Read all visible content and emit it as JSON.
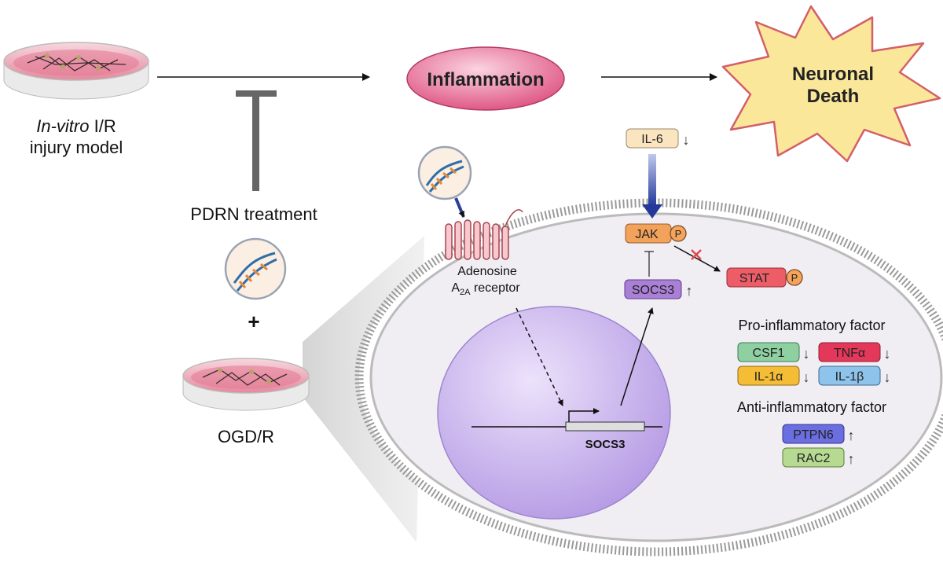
{
  "top": {
    "model_label_italic": "In-vitro",
    "model_label_rest": " I/R",
    "model_label_line2": "injury model",
    "inflammation": "Inflammation",
    "death_line1": "Neuronal",
    "death_line2": "Death"
  },
  "treatment": {
    "label": "PDRN treatment",
    "plus": "+",
    "ogd_label": "OGD/R"
  },
  "cell": {
    "receptor_line1": "Adenosine",
    "receptor_A": "A",
    "receptor_sub": "2A",
    "receptor_rest": " receptor",
    "gene_label": "SOCS3"
  },
  "pathway": {
    "il6": "IL-6",
    "jak": "JAK",
    "stat": "STAT",
    "socs3": "SOCS3",
    "phospho": "P",
    "down": "↓",
    "up": "↑"
  },
  "factors": {
    "pro_title": "Pro-inflammatory factor",
    "anti_title": "Anti-inflammatory factor",
    "csf1": "CSF1",
    "tnfa": "TNFα",
    "il1a": "IL-1α",
    "il1b": "IL-1β",
    "ptpn6": "PTPN6",
    "rac2": "RAC2"
  },
  "colors": {
    "inflammation_fill": "#e05a86",
    "death_fill": "#fbe79a",
    "cell_fill": "#f0ecf3",
    "nucleus_fill": "#c7b2ec",
    "arrow_blue": "#2a3f9a",
    "il6": "#fbe4c0",
    "jak": "#f3a25c",
    "stat": "#ec5d68",
    "socs3": "#a980d6",
    "csf1": "#8fd0a2",
    "tnfa": "#e3385a",
    "il1a": "#f4bd35",
    "il1b": "#8ec3ec",
    "ptpn6": "#6b6ee0",
    "rac2": "#b6da92"
  }
}
